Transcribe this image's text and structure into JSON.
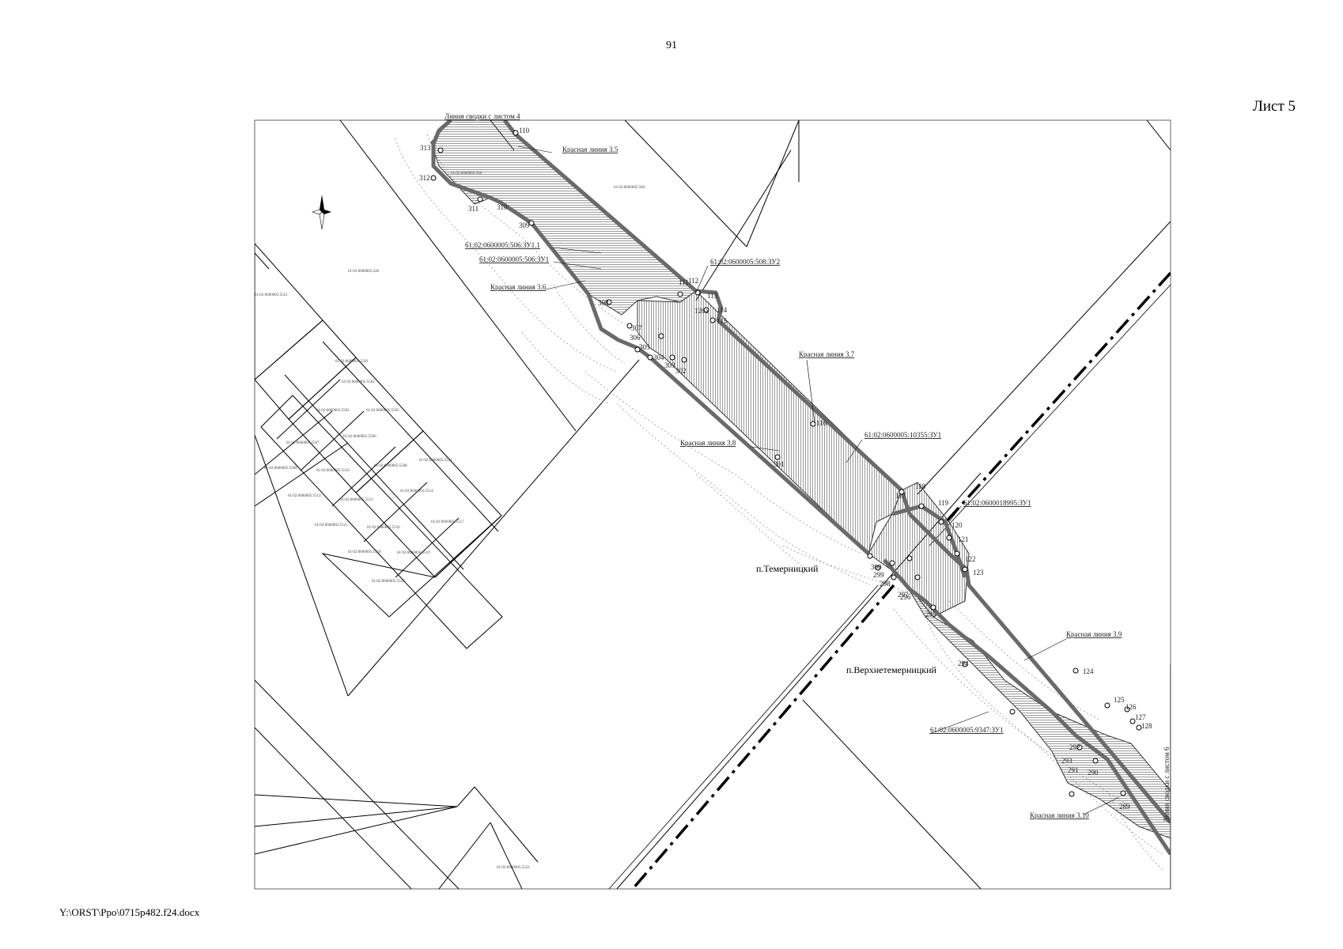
{
  "page_number": "91",
  "sheet_label": "Лист 5",
  "footer_path": "Y:\\ORST\\Ppo\\0715p482.f24.docx",
  "map": {
    "match_line_top": "Линия сводки с листом 4",
    "match_line_right": "Линия сводки с листом 6",
    "settlements": [
      "п.Темерницкий",
      "п.Верхнетемерницкий"
    ],
    "red_lines": [
      "Красная линия 3.5",
      "Красная линия 3.6",
      "Красная линия 3.7",
      "Красная линия 3.8",
      "Красная линия 3.9",
      "Красная линия 3.10"
    ],
    "plot_labels": [
      "61:02:0600005:506:ЗУ1.1",
      "61:02:0600005:506:ЗУ1",
      "61:02:0600005:508:ЗУ2",
      "61:02:0600005:10355:ЗУ1",
      "61:02:0600005:9347:ЗУ1",
      "61:02:0600018995:ЗУ1"
    ],
    "parcel_labels": [
      "61:02:0600005:506",
      "61:02:0600005:246",
      "61:02:0600005:5501",
      "61:02:0600005:5502",
      "61:02:0600005:5503",
      "61:02:0600005:5505",
      "61:02:0600005:5506",
      "61:02:0600005:5507",
      "61:02:0600005:5508",
      "61:02:0600005:5509",
      "61:02:0600005:5510",
      "61:02:0600005:5511",
      "61:02:0600005:5512",
      "61:02:0600005:5513",
      "61:02:0600005:5514",
      "61:02:0600005:5515",
      "61:02:0600005:5516",
      "61:02:0600005:5517",
      "61:02:0600005:5518",
      "61:02:0600005:5519",
      "61:02:0600005:5520",
      "61:02:0600005:5521",
      "61:02:0600005:5522"
    ],
    "point_labels": [
      "110",
      "111",
      "112",
      "113",
      "114",
      "115",
      "116",
      "117",
      "118",
      "119",
      "120",
      "121",
      "122",
      "123",
      "124",
      "125",
      "126",
      "127",
      "128",
      "289",
      "290",
      "291",
      "292",
      "293",
      "294",
      "295",
      "296",
      "297",
      "298",
      "299",
      "300",
      "301",
      "302",
      "303",
      "304",
      "305",
      "306",
      "307",
      "308",
      "309",
      "310",
      "311",
      "312",
      "313",
      "126a"
    ]
  }
}
